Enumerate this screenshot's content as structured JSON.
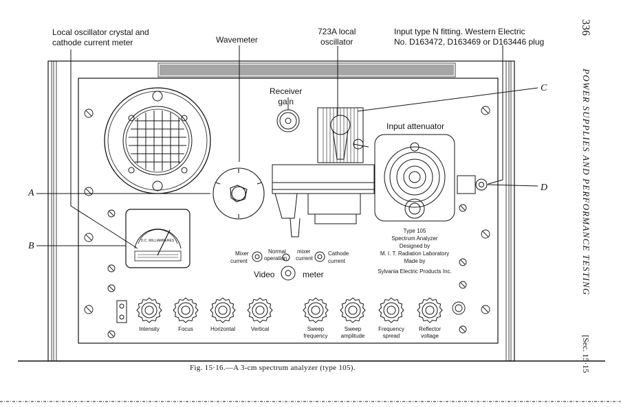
{
  "callouts": {
    "local_oscillator_crystal_line1": "Local oscillator crystal and",
    "local_oscillator_crystal_line2": "cathode current meter",
    "wavemeter": "Wavemeter",
    "local_oscillator_line1": "723A local",
    "local_oscillator_line2": "oscillator",
    "input_fitting_line1": "Input type N fitting. Western Electric",
    "input_fitting_line2": "No. D163472, D163469 or D163446 plug",
    "receiver_gain_line1": "Receiver",
    "receiver_gain_line2": "gain",
    "input_attenuator": "Input attenuator",
    "letter_a": "A",
    "letter_b": "B",
    "letter_c": "C",
    "letter_d": "D"
  },
  "panel": {
    "nameplate": [
      "Type 105",
      "Spectrum Analyzer",
      "Designed by",
      "M. I. T. Radiation Laboratory",
      "Made by",
      "Sylvania Electric Products Inc."
    ],
    "mixer_current_1": "Mixer",
    "mixer_current_2": "current",
    "normal_operation_1": "Normal",
    "normal_operation_2": "operation",
    "mixer_current_b_1": "mixer",
    "mixer_current_b_2": "current",
    "cathode_current_1": "Cathode",
    "cathode_current_2": "current",
    "video": "Video",
    "meter": "meter",
    "meter_scale": "D.C. MILLIAMPERES",
    "knobs": [
      {
        "label1": "Intensity",
        "label2": ""
      },
      {
        "label1": "Focus",
        "label2": ""
      },
      {
        "label1": "Horizontal",
        "label2": ""
      },
      {
        "label1": "Vertical",
        "label2": ""
      },
      {
        "label1": "Sweep",
        "label2": "frequency"
      },
      {
        "label1": "Sweep",
        "label2": "amplitude"
      },
      {
        "label1": "Frequency",
        "label2": "spread"
      },
      {
        "label1": "Reflector",
        "label2": "voltage"
      }
    ]
  },
  "caption": "Fig. 15·16.—A 3-cm spectrum analyzer (type 105).",
  "sidebar": {
    "page_number": "336",
    "running_head": "POWER SUPPLIES AND PERFORMANCE TESTING",
    "section": "[Sec. 15·15"
  }
}
